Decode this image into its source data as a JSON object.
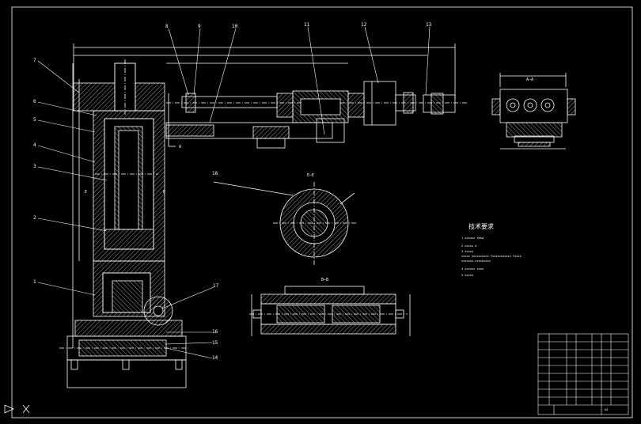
{
  "drawing": {
    "part_numbers": [
      "1",
      "2",
      "3",
      "4",
      "5",
      "6",
      "7",
      "8",
      "9",
      "10",
      "11",
      "12",
      "13",
      "14",
      "15",
      "16",
      "17",
      "18"
    ],
    "section_labels": {
      "a_a": "A—A",
      "e_e": "E—E",
      "b_b": "B—B",
      "mark_a": "A",
      "mark_e_top": "E",
      "mark_e_bottom": "E"
    },
    "tech_requirements": {
      "title": "技术要求",
      "lines": [
        "1.xxxxxx  Ymhq",
        "2.xxxxx  d",
        "3.xxxxx",
        "xxxxx  Xxxxxxxxxx  Yxxxxxxxxxxx  Yxxxx",
        "xxxxxxx-xxxxxxxxx",
        "4.xxxxxx  xxxx",
        "5.xxxxx"
      ]
    },
    "title_block": {
      "rows": [
        "",
        "",
        "",
        "",
        "",
        "",
        "",
        "",
        "",
        ""
      ],
      "sheet_size": "A3"
    }
  },
  "colors": {
    "background": "#000000",
    "lines": "#ffffff",
    "hatch": "#ffffff",
    "dim": "#ffffff"
  }
}
